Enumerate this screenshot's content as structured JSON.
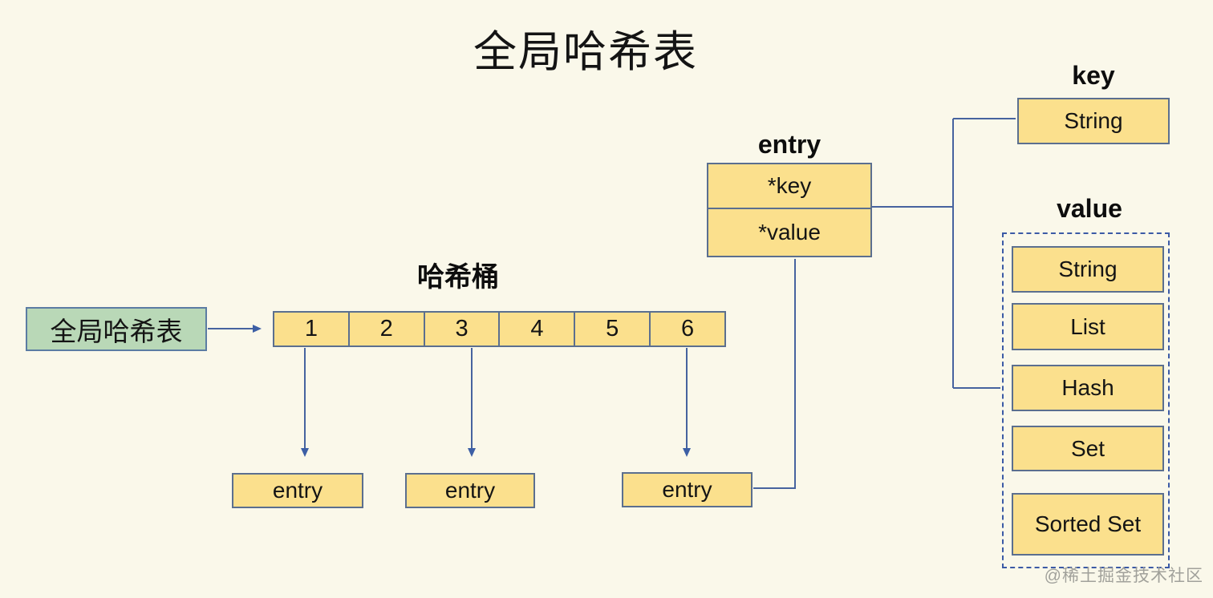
{
  "title": "全局哈希表",
  "global_table": {
    "label": "全局哈希表"
  },
  "hash_bucket": {
    "label": "哈希桶",
    "cells": [
      "1",
      "2",
      "3",
      "4",
      "5",
      "6"
    ]
  },
  "entries": [
    "entry",
    "entry",
    "entry"
  ],
  "entry_struct": {
    "label": "entry",
    "fields": [
      "*key",
      "*value"
    ]
  },
  "key_section": {
    "label": "key",
    "types": [
      "String"
    ]
  },
  "value_section": {
    "label": "value",
    "types": [
      "String",
      "List",
      "Hash",
      "Set",
      "Sorted Set"
    ]
  },
  "watermark": "@稀土掘金技术社区",
  "colors": {
    "background": "#faf8ea",
    "box_fill": "#fbe08d",
    "box_border": "#5b6f8f",
    "green_fill": "#b9d8b7",
    "green_border": "#5b7ca3",
    "connector": "#46639f",
    "arrowhead": "#3c5fa5",
    "dashed_border": "#3b5aa6",
    "watermark_text": "#a1a19b"
  }
}
